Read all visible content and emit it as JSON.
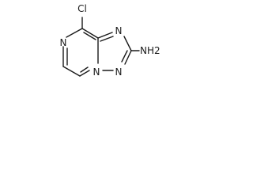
{
  "molecule": {
    "atoms": {
      "chlorine": "Cl",
      "pyrazine_nitrogen": "N",
      "bridgehead_nitrogen": "N",
      "triazole_nitrogen_upper": "N",
      "triazole_nitrogen_lower": "N",
      "amino_group": "NH2"
    }
  }
}
